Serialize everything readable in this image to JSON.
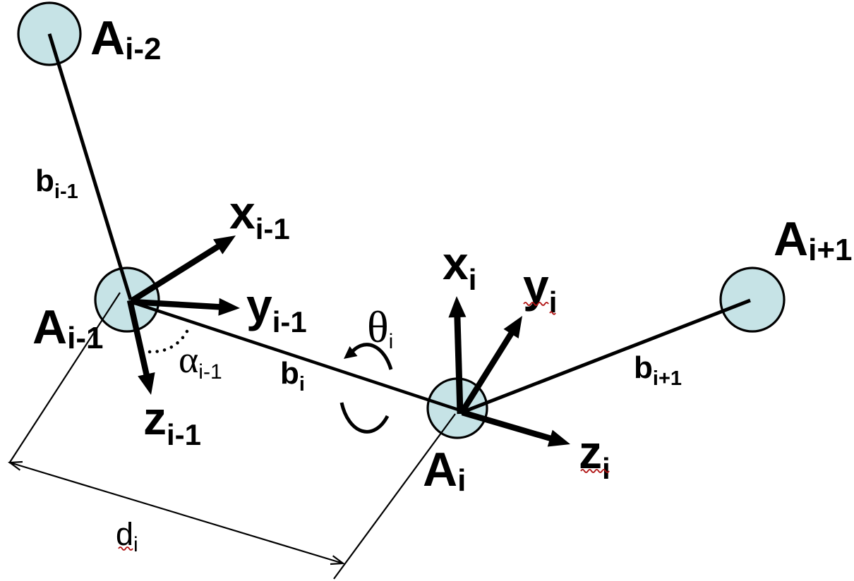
{
  "colors": {
    "background": "#ffffff",
    "node_fill": "#c6e3e6",
    "node_stroke": "#000000",
    "line": "#000000",
    "spellcheck_red": "#b01212"
  },
  "labels": {
    "atom_i_minus_2": {
      "main": "A",
      "sub": "i-2"
    },
    "atom_i_minus_1": {
      "main": "A",
      "sub": "i-1"
    },
    "atom_i": {
      "main": "A",
      "sub": "i"
    },
    "atom_i_plus_1": {
      "main": "A",
      "sub": "i+1"
    },
    "bond_b_i_minus_1": {
      "main": "b",
      "sub": "i-1"
    },
    "bond_b_i": {
      "main": "b",
      "sub": "i"
    },
    "bond_b_i_plus_1": {
      "main": "b",
      "sub": "i+1"
    },
    "axis_x_i_minus_1": {
      "main": "x",
      "sub": "i-1"
    },
    "axis_y_i_minus_1": {
      "main": "y",
      "sub": "i-1"
    },
    "axis_z_i_minus_1": {
      "main": "z",
      "sub": "i-1"
    },
    "axis_x_i": {
      "main": "x",
      "sub": "i"
    },
    "axis_y_i": {
      "main": "y",
      "sub": "i"
    },
    "axis_z_i": {
      "main": "z",
      "sub": "i"
    },
    "angle_theta_i": {
      "main": "θ",
      "sub": "i"
    },
    "angle_alpha_i_minus_1": {
      "main": "α",
      "sub": "i-1"
    },
    "distance_d_i": {
      "main": "d",
      "sub": "i"
    }
  }
}
